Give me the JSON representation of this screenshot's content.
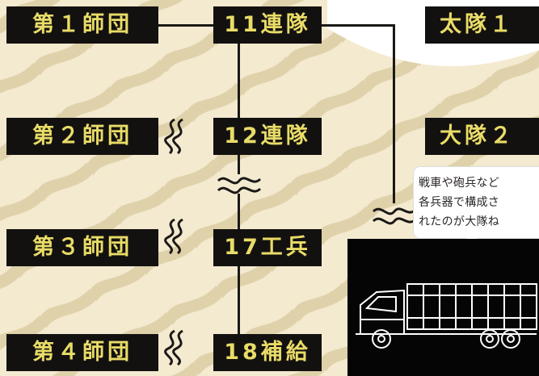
{
  "divisions": [
    {
      "label": "第１師団"
    },
    {
      "label": "第２師団"
    },
    {
      "label": "第３師団"
    },
    {
      "label": "第４師団"
    }
  ],
  "units": [
    {
      "label": "11連隊"
    },
    {
      "label": "12連隊"
    },
    {
      "label": "17工兵"
    },
    {
      "label": "18補給"
    }
  ],
  "battalions": [
    {
      "label": "太隊１"
    },
    {
      "label": "大隊２"
    }
  ],
  "bubble": {
    "text": "戦車や砲兵など\n各兵器で構成さ\nれたのが大隊ね"
  },
  "colors": {
    "box_bg": "#131110",
    "box_text": "#e9dc67",
    "background": "#f3ead0"
  },
  "icons": {
    "break": "wavy-break-icon",
    "truck": "truck-icon"
  }
}
